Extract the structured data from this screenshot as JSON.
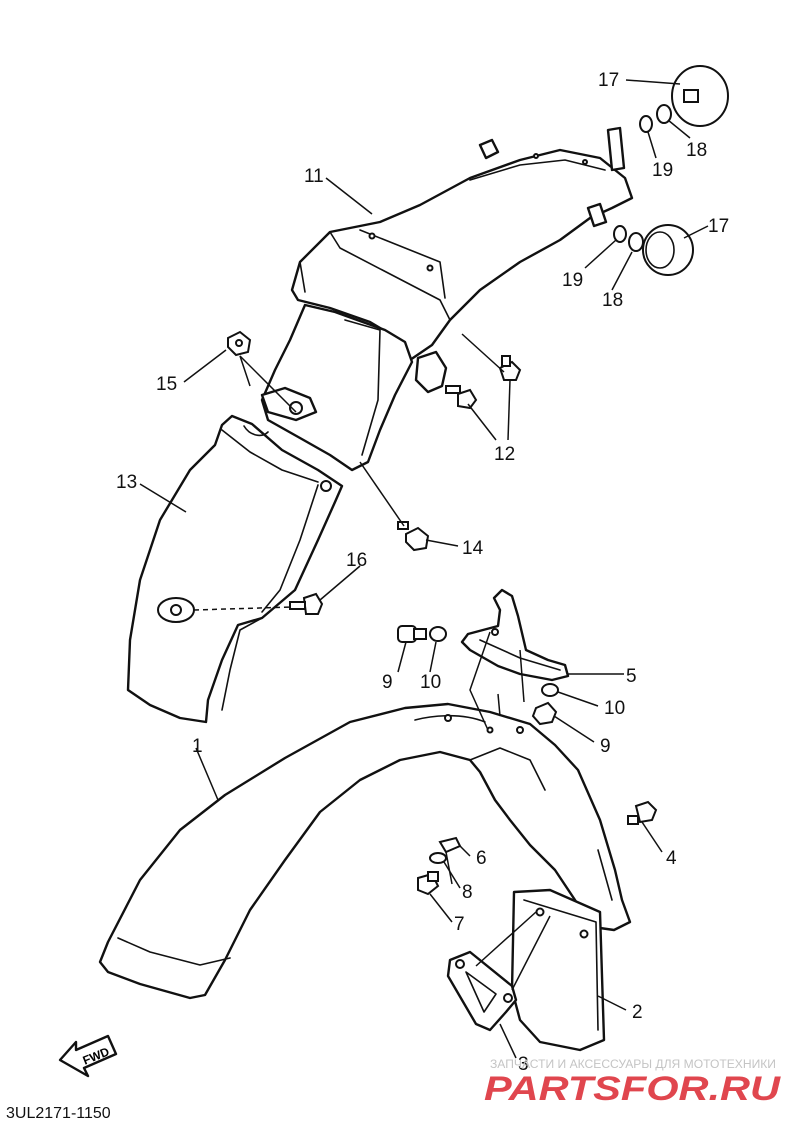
{
  "diagram": {
    "code": "3UL2171-1150",
    "fwd_label": "FWD"
  },
  "callouts": {
    "c17a": "17",
    "c18a": "18",
    "c19a": "19",
    "c17b": "17",
    "c19b": "19",
    "c18b": "18",
    "c11": "11",
    "c15": "15",
    "c12": "12",
    "c13": "13",
    "c14": "14",
    "c16": "16",
    "c9a": "9",
    "c10a": "10",
    "c5": "5",
    "c10b": "10",
    "c9b": "9",
    "c1": "1",
    "c6": "6",
    "c4": "4",
    "c8": "8",
    "c7": "7",
    "c2": "2",
    "c3": "3"
  },
  "watermark": {
    "tagline": "ЗАПЧАСТИ И АКСЕССУАРЫ ДЛЯ МОТОТЕХНИКИ",
    "brand": "PARTSFOR.RU",
    "brand_color": "#e0464e",
    "tagline_color": "#c4c4c4"
  }
}
